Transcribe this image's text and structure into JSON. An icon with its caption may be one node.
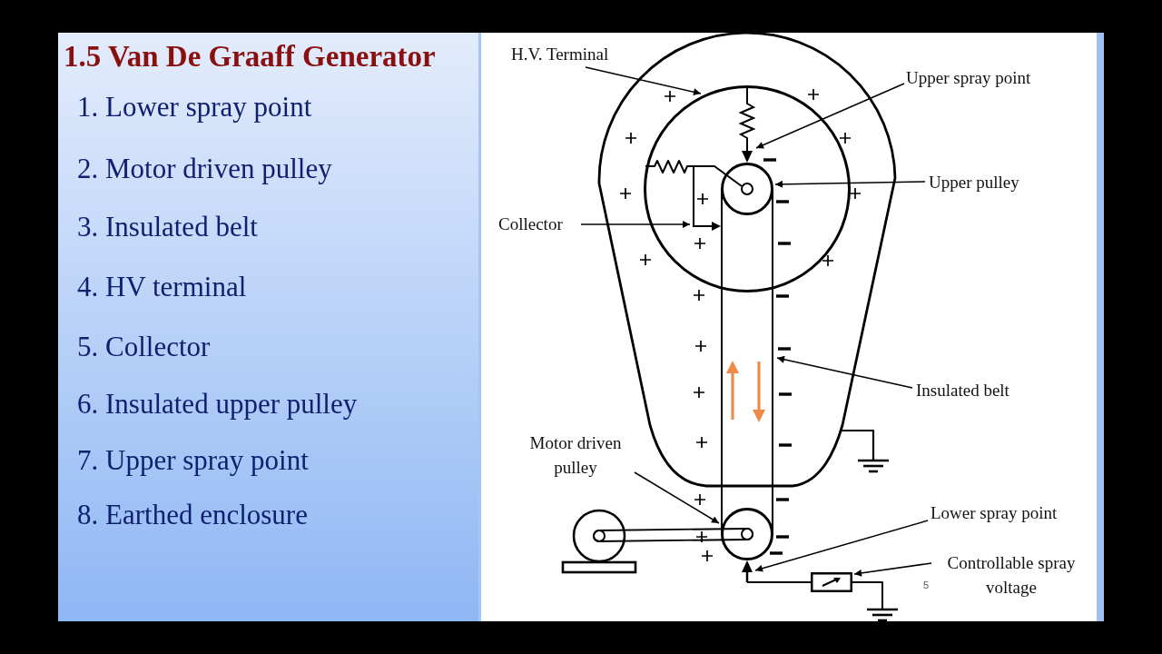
{
  "diagram": {
    "title": "1.5 Van De Graaff Generator",
    "nodes": [
      {
        "text": [
          "H.V. Terminal"
        ]
      },
      {
        "text": [
          "Upper spray point"
        ]
      },
      {
        "text": [
          "Upper pulley"
        ]
      },
      {
        "text": [
          "Collector"
        ]
      },
      {
        "text": [
          "Insulated belt"
        ]
      },
      {
        "text": [
          "Motor driven pulley"
        ]
      },
      {
        "text": [
          "Lower spray point"
        ]
      },
      {
        "text": [
          "Controllable spray voltage"
        ]
      },
      {
        "text": [],
        "shape": "circle"
      },
      {
        "text": [],
        "shape": "arrow",
        "in": 8
      },
      {
        "text": [],
        "shape": "circle",
        "in": 8
      },
      {
        "text": [],
        "shape": "bracket",
        "in": 8
      },
      {
        "text": [],
        "shape": "band"
      },
      {
        "text": [],
        "shape": "circle"
      },
      {
        "text": [],
        "shape": "arrow"
      },
      {
        "text": [],
        "shape": "box"
      }
    ],
    "edges": [
      {
        "from": 0,
        "to": 8,
        "arrow": "to"
      },
      {
        "from": 1,
        "to": 9,
        "arrow": "to"
      },
      {
        "from": 2,
        "to": 10,
        "arrow": "to"
      },
      {
        "from": 3,
        "to": 11,
        "arrow": "to"
      },
      {
        "from": 4,
        "to": 12,
        "arrow": "to"
      },
      {
        "from": 5,
        "to": 13,
        "arrow": "to"
      },
      {
        "from": 6,
        "to": 14,
        "arrow": "to"
      },
      {
        "from": 7,
        "to": 15,
        "arrow": "to"
      },
      {
        "from": 14,
        "to": 15,
        "arrow": "none"
      }
    ],
    "labels": [
      "1. Lower spray point",
      "2. Motor driven pulley",
      "3. Insulated belt",
      "4. HV terminal",
      "5. Collector",
      "6. Insulated upper pulley",
      "7. Upper spray point",
      "8. Earthed enclosure",
      "5"
    ]
  }
}
